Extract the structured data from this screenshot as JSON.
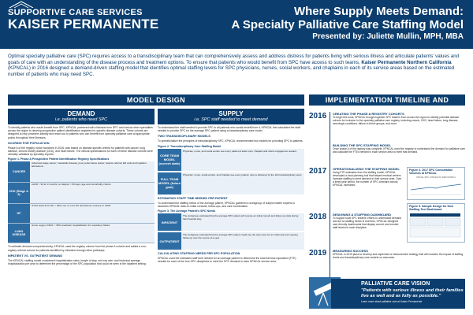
{
  "brand": {
    "line1": "SUPPORTIVE CARE SERVICES",
    "line2": "KAISER PERMANENTE"
  },
  "title": {
    "line1": "Where Supply Meets Demand:",
    "line2": "A Specialty Palliative Care Staffing Model",
    "presenter": "Presented by: Juliette Mullin, MPH, MBA"
  },
  "intro": {
    "text": "Optimal specialty palliative care (SPC) requires access to a transdisciplinary team that can comprehensively assess and address distress for patients living with serious illness and articulate patients' values and goals of care with an understanding of the disease process and treatment options. To ensure that patients who would benefit from SPC have access to such teams, ",
    "bold": "Kaiser Permanente Northern California",
    "rest": " (KPNCAL) in 2016 designed a demand-driven staffing model that identifies optimal staffing levels for SPC physicians, nurses, social workers, and chaplains in each of its service areas based on the estimated number of patients who may need SPC."
  },
  "sections": {
    "model": "MODEL DESIGN",
    "timeline": "IMPLEMENTATION TIMELINE AND OUTCOMES"
  },
  "demand": {
    "title": "DEMAND",
    "subtitle": "i.e. patients who need SPC",
    "p1": "To identify patients who would benefit from SPC, KPNCAL partnered with clinicians from SPC and various other specialties across the region to develop prospective patient identification registries for specific disease cohorts. These cohorts are designed to help providers identify and reach out to patients who can benefit from specialty palliative care at appropriate points throughout their illnesses.",
    "scoring": "SCORING FOR POPULATION",
    "p2": "Phase A of the registry, which launched in 2016, was based on disease-specific criteria for patients with cancer, lung disease, chronic kidney disease (CKD), and heart failure. The clinical specifications for each of these disease cohorts were clinically validated by specialty experts.",
    "fig1": "Figure 1. Phase A Prospective Patient Identification Registry Specifications",
    "criteria": [
      {
        "tag": "CANCER",
        "items": "Advanced stage cancer; metastatic disease; poor performance status; hospice referral; ED visits and inpatient admissions"
      },
      {
        "tag": "CKD (Stage 4-5)",
        "items": "eGFR < 30 for 3 months; on dialysis > 60 days; age and comorbidity criteria"
      },
      {
        "tag": "HF",
        "items": "NYHA class III-IV; EF < 30%; two or more HF admissions; inotrope or LVAD"
      },
      {
        "tag": "LUNG DISEASE",
        "items": "Home oxygen; FEV1 < 30% predicted; hospitalization for respiratory failure"
      }
    ],
    "p3": "To estimate demand comprehensively, KPNCAL used the registry volume from the phase A cohorts and added a non-registry referral volume for patients identified by clinicians through other pathways.",
    "inpatient": "INPATIENT VS. OUTPATIENT DEMAND",
    "p4": "The KPNCAL staffing model considered hospitalization rates, length of stay, net-loss rate, and historical average hospitalization per year to determine the percentage of the SPC population that could be seen in the inpatient setting."
  },
  "supply": {
    "title": "SUPPLY",
    "subtitle": "i.e. SPC staff needed to meet demand",
    "p1": "To understand the staff needed to provide SPC to all patients who would benefit from it, KPNCAL first calculated the staff needed to provide SPC for the average SPC patient using a transdisciplinary care model.",
    "teams": "TWO TRANSDISCIPLINARY MODELS",
    "p2": "To operationalize the principles of transdisciplinary SPC, KPNCAL recommended two models for providing SPC to patients.",
    "fig2": "Figure 2. Transdisciplinary Care Staffing Model",
    "models": [
      {
        "tag": "CORE TEAM MODEL (current state)",
        "body": "Physician, nurse, and social worker see every patient at least once; chaplain and others engaged as needed."
      },
      {
        "tag": "FULL TEAM MODEL (future goal)",
        "body": "Physician, nurse, social worker, and chaplain see every patient; care is delivered by the full transdisciplinary team."
      }
    ],
    "estimate": "ESTIMATING STAFF TIME NEEDED PER PATIENT",
    "p3": "To understand the staffing needs of the average patient, KPNCAL gathered a workgroup of subject matter experts to ascertain KPNCAL data on initial consults, follow-ups, and care coordination.",
    "fig3": "Figure 3. The Average Patient's SPC Needs",
    "needs": [
      {
        "tag": "INPATIENT",
        "body": "The workgroup estimated that the average SPC patient will receive an initial consult and follow-up visits during their hospital stay."
      },
      {
        "tag": "OUTPATIENT",
        "body": "The workgroup estimated that the average SPC patient might see the care team for an initial visit and ongoing follow-up over the course of a year."
      }
    ],
    "calc": "CALCULATING STAFFING NEEDS PER SPC POPULATION",
    "p4": "KPNCAL used the estimated staff time needed for an average patient to determine the total full-time equivalent (FTE) needed for each of the four SPC disciplines to meet the SPC demand in each KPNCAL service area."
  },
  "timeline": {
    "events": [
      {
        "year": "2016",
        "title": "CREATING THE PHASE A REGISTRY COHORTS",
        "text": "To begin this work, KPNCAL brought together SPC leaders from across the region to identify potential disease cohorts for inclusion in the specialty palliative care registry, including cancer, CKD, heart failure, lung disease, neurologic conditions, failure to thrive groups, and more."
      },
      {
        "year": "",
        "title": "BUILDING THE SPC STAFFING MODEL",
        "text": "Once phase A of the registry was complete, KPNCAL used the registry to understand the demand for palliative care and calculate the FTEs needed in each service area to meet that demand."
      },
      {
        "year": "2017",
        "title": "OPERATIONALIZING THE STAFFING MODEL",
        "text": "Using FTE estimates from the staffing model, KPNCAL developed a local planning tool that helped medical centers increase staffing to meet demand in their service area. Over a three-year period, the number of SPC clinicians across KPNCAL increased."
      },
      {
        "year": "2018",
        "title": "DESIGNING A STAFFING DASHBOARD",
        "text": "To support local SPC leaders' efforts to understand demand and act on staffing needs in real time, KPNCAL designed user-friendly dashboards that display current and needed staff levels for each discipline."
      },
      {
        "year": "2019",
        "title": "MEASURING SUCCESS",
        "text": "KPNCAL in 2019 plans to develop and implement a measurement strategy that will examine the impact of staffing levels and transdisciplinary care models on outcomes."
      }
    ],
    "fig4": "Figure 4. 2017 SPC Consultation Volumes at KPNCAL",
    "fig5": "Figure 5. Sample Design for New Staffing Tool Dashboard",
    "chart_title": "INITIAL SPC CONSULTS PER MONTH"
  },
  "vision": {
    "title": "PALLIATIVE CARE VISION",
    "quote": "\"Patients with serious illness and their families live as well and as fully as possible.\"",
    "sub": "Learn more about palliative care at Kaiser Permanente"
  },
  "colors": {
    "navy": "#0b3d6e",
    "accent": "#2e6da4",
    "light": "#e9f0f7"
  }
}
